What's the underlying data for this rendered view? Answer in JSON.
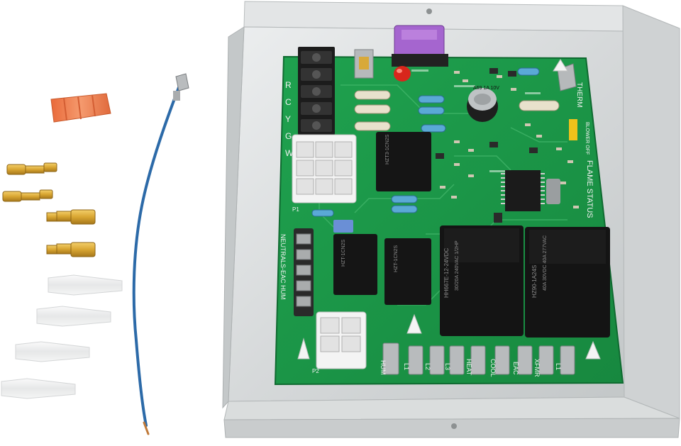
{
  "terminal_block_labels": [
    "R",
    "C",
    "Y",
    "G",
    "W"
  ],
  "side_labels": {
    "flame_status": "FLAME STATUS",
    "neutrals": "NEUTRALS-EAC HUM",
    "therm": "THERM",
    "blower_off": "BLOWER OFF"
  },
  "bottom_terminal_labels": [
    "HUM",
    "L1",
    "L2",
    "L3",
    "HEAT",
    "COOL",
    "EAC",
    "XFMR",
    "L1"
  ],
  "relay_labels": {
    "large_relay_1": "HH667E-12-24VDC",
    "large_relay_2": "HZ90-1A24S",
    "small_relay_1": "HZT-1CN2S",
    "small_relay_2": "HZT-1CN2S",
    "main_relay": "HZT3-1CN2S"
  },
  "relay_ratings": {
    "large_relay_1": "30/20A 240VAC 1/2HP",
    "large_relay_2": "40A 30VDC 40A 277VAC"
  },
  "capacitor_label": "A69 1A 10V",
  "connector_labels": {
    "p1": "P1",
    "p2": "P2"
  },
  "colors": {
    "pcb": "#1f9a4a",
    "metal": "#d8dbdc",
    "fuse": "#9c5bc4",
    "wire": "#2c6aa8",
    "wire_nut": "#f07a4a",
    "brass": "#d7a832"
  }
}
